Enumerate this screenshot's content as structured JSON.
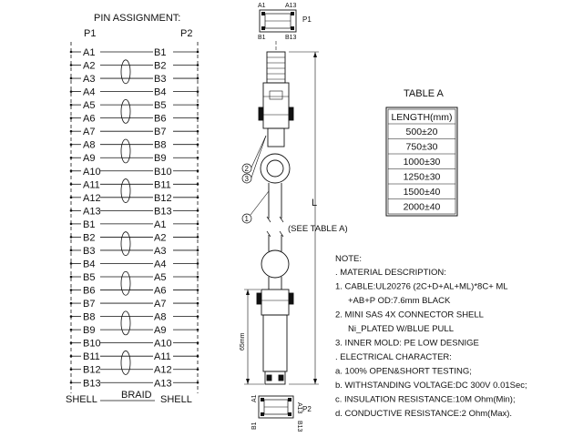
{
  "pin_assignment": {
    "title": "PIN ASSIGNMENT:",
    "left_header": "P1",
    "right_header": "P2",
    "rows": [
      {
        "left": "A1",
        "right": "B1"
      },
      {
        "left": "A2",
        "right": "B2"
      },
      {
        "left": "A3",
        "right": "B3"
      },
      {
        "left": "A4",
        "right": "B4"
      },
      {
        "left": "A5",
        "right": "B5"
      },
      {
        "left": "A6",
        "right": "B6"
      },
      {
        "left": "A7",
        "right": "B7"
      },
      {
        "left": "A8",
        "right": "B8"
      },
      {
        "left": "A9",
        "right": "B9"
      },
      {
        "left": "A10",
        "right": "B10"
      },
      {
        "left": "A11",
        "right": "B11"
      },
      {
        "left": "A12",
        "right": "B12"
      },
      {
        "left": "A13",
        "right": "B13"
      },
      {
        "left": "B1",
        "right": "A1"
      },
      {
        "left": "B2",
        "right": "A2"
      },
      {
        "left": "B3",
        "right": "A3"
      },
      {
        "left": "B4",
        "right": "A4"
      },
      {
        "left": "B5",
        "right": "A5"
      },
      {
        "left": "B6",
        "right": "A6"
      },
      {
        "left": "B7",
        "right": "A7"
      },
      {
        "left": "B8",
        "right": "A8"
      },
      {
        "left": "B9",
        "right": "A9"
      },
      {
        "left": "B10",
        "right": "A10"
      },
      {
        "left": "B11",
        "right": "A11"
      },
      {
        "left": "B12",
        "right": "A12"
      },
      {
        "left": "B13",
        "right": "A13"
      }
    ],
    "shell_left": "SHELL",
    "shell_right": "SHELL",
    "braid": "BRAID"
  },
  "connector_top": {
    "tl": "A1",
    "tr": "A13",
    "bl": "B1",
    "br": "B13",
    "label": "P1"
  },
  "connector_bottom": {
    "tl": "A1",
    "tr": "A13",
    "bl": "B1",
    "br": "B13",
    "label": "P2"
  },
  "callouts": [
    "2",
    "3",
    "1"
  ],
  "length_label": "L",
  "see_table": "(SEE TABLE A)",
  "dimension_65": "65mm",
  "table_a": {
    "title": "TABLE A",
    "header": "LENGTH(mm)",
    "rows": [
      "500±20",
      "750±30",
      "1000±30",
      "1250±30",
      "1500±40",
      "2000±40"
    ]
  },
  "notes": {
    "title": "NOTE:",
    "lines": [
      ". MATERIAL DESCRIPTION:",
      "1.  CABLE:UL20276 (2C+D+AL+ML)*8C+  ML",
      "+AB+P  OD:7.6mm  BLACK",
      "2.  MINI  SAS  4X  CONNECTOR  SHELL",
      "Ni_PLATED  W/BLUE  PULL",
      "3.  INNER MOLD:  PE  LOW  DESNIGE",
      ". ELECTRICAL  CHARACTER:",
      "a.  100%  OPEN&SHORT  TESTING;",
      "b.  WITHSTANDING  VOLTAGE:DC  300V  0.01Sec;",
      "c.  INSULATION  RESISTANCE:10M  Ohm(Min);",
      "d.  CONDUCTIVE  RESISTANCE:2  Ohm(Max)."
    ]
  }
}
